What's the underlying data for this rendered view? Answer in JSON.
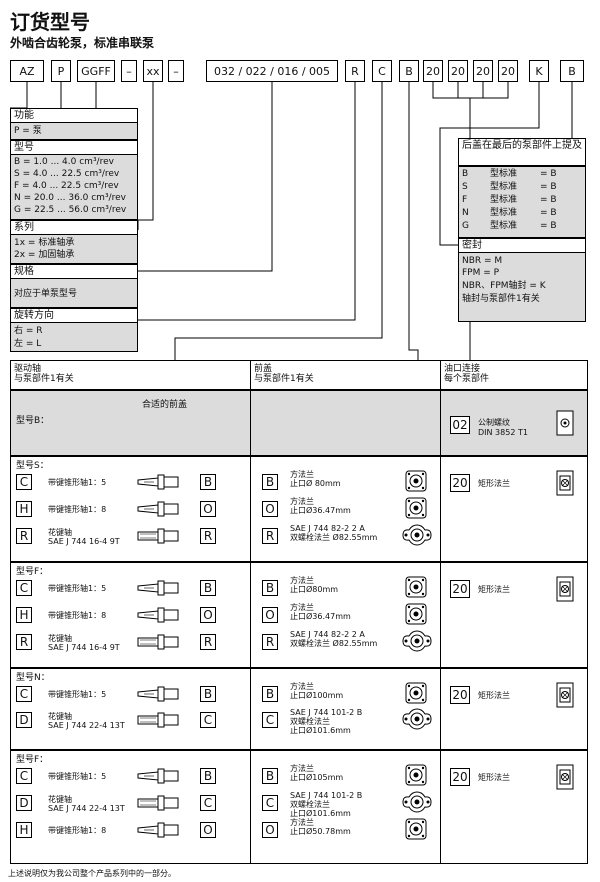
{
  "title": "订货型号",
  "subtitle": "外啮合齿轮泵，标准串联泵",
  "code": [
    "AZ",
    "P",
    "GGFF",
    "–",
    "xx",
    "–",
    "032 / 022 / 016 / 005",
    "R",
    "C",
    "B",
    "20",
    "20",
    "20",
    "20",
    "K",
    "B"
  ],
  "left_legend": {
    "func_title": "功能",
    "func_items": [
      "P = 泵"
    ],
    "model_title": "型号",
    "model_items": [
      "B =   1.0 ...   4.0 cm³/rev",
      "S =   4.0 ... 22.5 cm³/rev",
      "F =   4.0 ... 22.5 cm³/rev",
      "N = 20.0 ... 36.0 cm³/rev",
      "G = 22.5 ... 56.0 cm³/rev"
    ],
    "series_title": "系列",
    "series_items": [
      "1x = 标准轴承",
      "2x = 加固轴承"
    ],
    "spec_title": "规格",
    "spec_items": [
      "对应于单泵型号"
    ],
    "rot_title": "旋转方向",
    "rot_items": [
      "右 = R",
      "左 = L"
    ]
  },
  "right_legend": {
    "cover_title": "后盖在最后的泵部件上提及",
    "cover_items": [
      [
        "B",
        "型标准",
        "= B"
      ],
      [
        "S",
        "型标准",
        "= B"
      ],
      [
        "F",
        "型标准",
        "= B"
      ],
      [
        "N",
        "型标准",
        "= B"
      ],
      [
        "G",
        "型标准",
        "= B"
      ]
    ],
    "seal_title": "密封",
    "seal_items": [
      "NBR = M",
      "FPM = P",
      "NBR、FPM轴封 = K",
      "轴封与泵部件1有关"
    ]
  },
  "table": {
    "col1_title": "驱动轴\n与泵部件1有关",
    "col2_title": "前盖\n与泵部件1有关",
    "col3_title": "油口连接\n每个泵部件",
    "rowB": {
      "label": "型号B：",
      "note": "合适的前盖",
      "port_code": "02",
      "port_text1": "公制螺纹",
      "port_text2": "DIN 3852 T1"
    },
    "rowS": {
      "label": "型号S：",
      "shafts": [
        [
          "C",
          "带键锥形轴1：5",
          "B"
        ],
        [
          "H",
          "带键锥形轴1：8",
          "O"
        ],
        [
          "R",
          "花键轴",
          "R"
        ]
      ],
      "shaft_extra": "SAE J 744 16-4 9T",
      "covers": [
        [
          "B",
          "方法兰",
          "止口Ø 80mm"
        ],
        [
          "O",
          "方法兰",
          "止口Ø36.47mm"
        ],
        [
          "R",
          "SAE J 744 82-2 2 A",
          "双螺栓法兰  Ø82.55mm"
        ]
      ],
      "port_code": "20",
      "port_text": "矩形法兰"
    },
    "rowF": {
      "label": "型号F：",
      "shafts": [
        [
          "C",
          "带键锥形轴1：5",
          "B"
        ],
        [
          "H",
          "带键锥形轴1：8",
          "O"
        ],
        [
          "R",
          "花键轴",
          "R"
        ]
      ],
      "shaft_extra": "SAE J 744 16-4 9T",
      "covers": [
        [
          "B",
          "方法兰",
          "止口Ø80mm"
        ],
        [
          "O",
          "方法兰",
          "止口Ø36.47mm"
        ],
        [
          "R",
          "SAE J 744 82-2 2 A",
          "双螺栓法兰  Ø82.55mm"
        ]
      ],
      "port_code": "20",
      "port_text": "矩形法兰"
    },
    "rowN": {
      "label": "型号N：",
      "shafts": [
        [
          "C",
          "带键锥形轴1：5",
          "B"
        ],
        [
          "D",
          "花键轴",
          "C"
        ]
      ],
      "shaft_extra": "SAE J 744 22-4 13T",
      "covers": [
        [
          "B",
          "方法兰",
          "止口Ø100mm"
        ],
        [
          "C",
          "SAE J 744 101-2 B",
          "双螺栓法兰",
          "止口Ø101.6mm"
        ]
      ],
      "port_code": "20",
      "port_text": "矩形法兰"
    },
    "rowG": {
      "label": "型号F：",
      "shafts": [
        [
          "C",
          "带键锥形轴1：5",
          "B"
        ],
        [
          "D",
          "花键轴",
          "C"
        ],
        [
          "H",
          "带键锥形轴1：8",
          "O"
        ]
      ],
      "shaft_extra": "SAE J 744 22-4 13T",
      "covers": [
        [
          "B",
          "方法兰",
          "止口Ø105mm"
        ],
        [
          "C",
          "SAE J 744 101-2 B",
          "双螺栓法兰",
          "止口Ø101.6mm"
        ],
        [
          "O",
          "方法兰",
          "止口Ø50.78mm"
        ]
      ],
      "port_code": "20",
      "port_text": "矩形法兰"
    }
  },
  "footer": "上述说明仅为我公司整个产品系列中的一部分。"
}
